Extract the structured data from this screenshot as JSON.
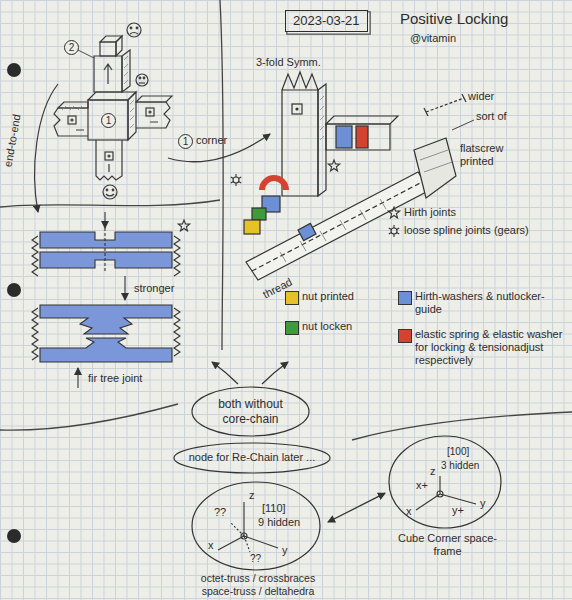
{
  "diagram": {
    "title": "Positive Locking",
    "nodes": [
      {
        "text": [
          "2023-03-21"
        ]
      },
      {
        "text": [
          "both without core-chain"
        ]
      },
      {
        "text": [
          "node for Re-Chain later ..."
        ]
      },
      {
        "text": [
          "[110]",
          "9 hidden",
          "octet-truss / crossbraces space-truss / deltahedra"
        ]
      },
      {
        "text": [
          "[100]",
          "3 hidden",
          "Cube Corner space-frame"
        ]
      }
    ],
    "edges": [
      {
        "from": 3,
        "to": 4,
        "arrow": "both"
      }
    ],
    "labels": [
      "@vitamin",
      "2",
      "1",
      "1",
      "corner",
      "end-to-end",
      "3-fold Symm.",
      "wider",
      "sort of",
      "flatscrew printed",
      "thread",
      "Hirth joints",
      "loose spline joints (gears)",
      "stronger",
      "fir tree joint",
      "z",
      "y",
      "x",
      "??",
      "??",
      "z",
      "y",
      "x",
      "x+",
      "y+"
    ],
    "legend": [
      {
        "text": "nut printed",
        "color": "#e6c229"
      },
      {
        "text": "Hirth-washers & nutlocker-guide",
        "color": "#6d8fd6"
      },
      {
        "text": "nut locken",
        "color": "#3f9a3c"
      },
      {
        "text": "elastic spring & elastic washer for locking & tensionadjust respectively",
        "color": "#d4432f"
      }
    ]
  }
}
